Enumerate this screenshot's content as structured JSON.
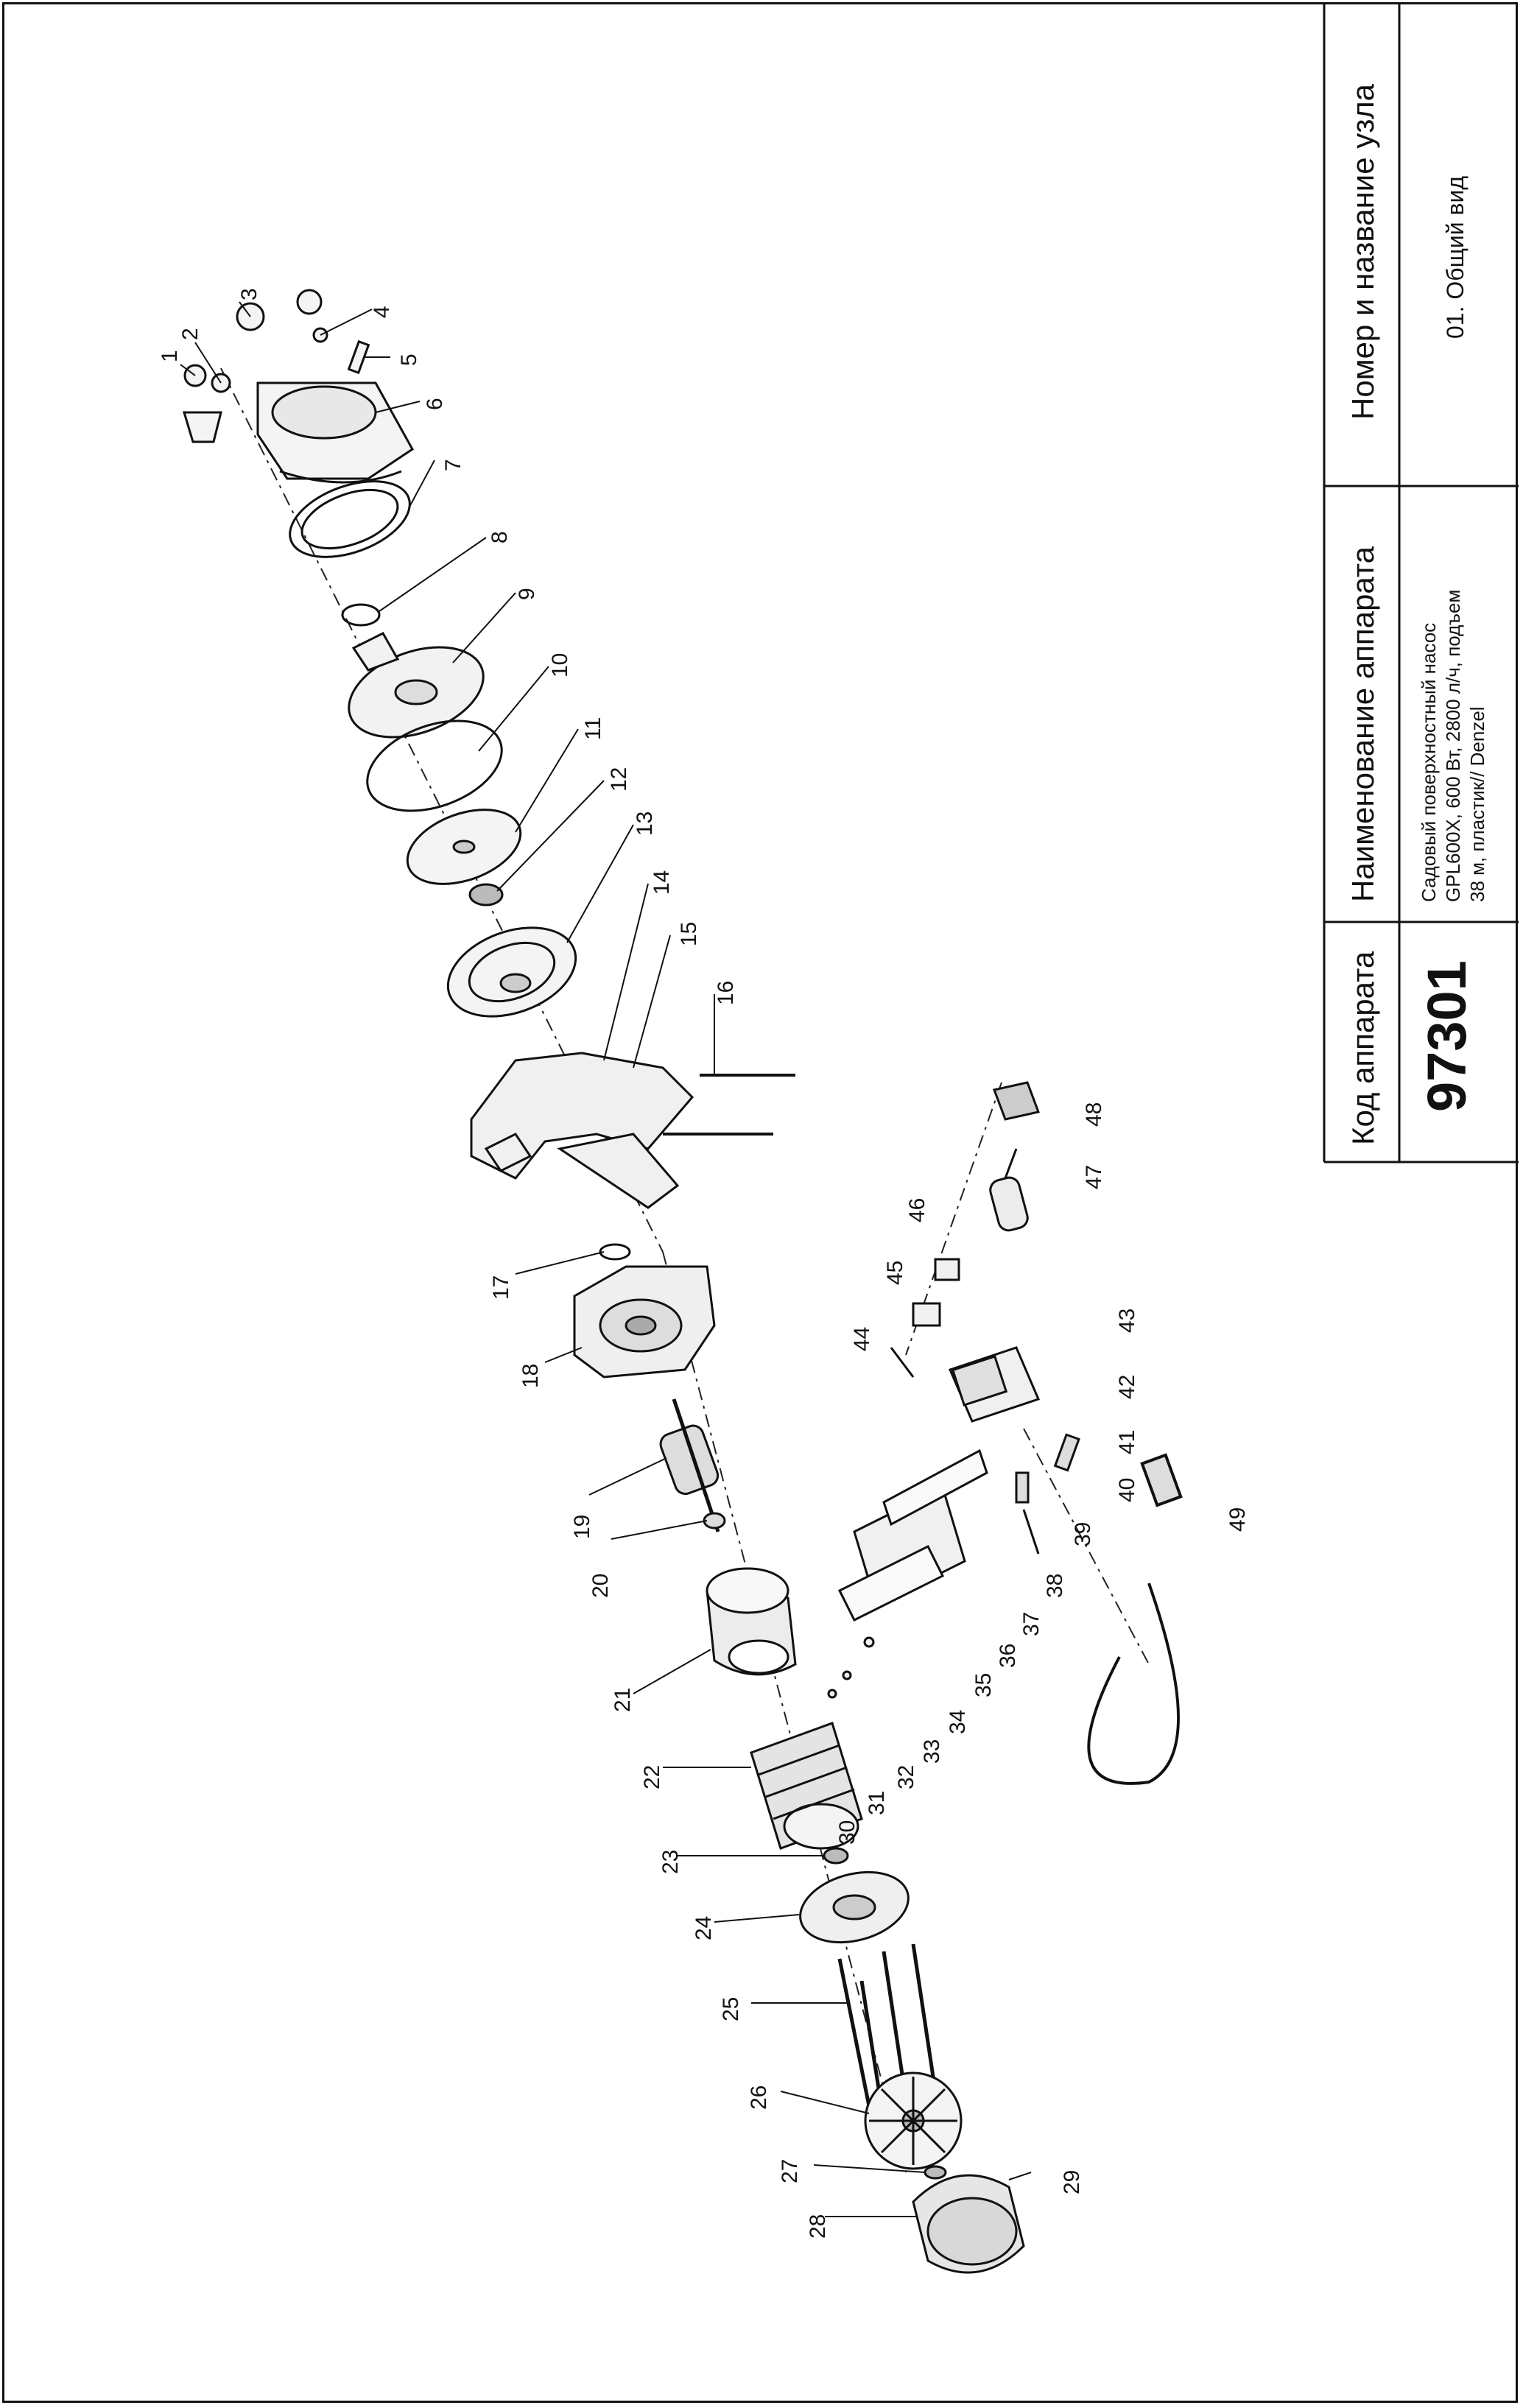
{
  "title_block": {
    "code_header": "Код аппарата",
    "code_value": "97301",
    "name_header": "Наименование аппарата",
    "name_line1": "Садовый поверхностный насос",
    "name_line2": "GPL600X, 600 Вт, 2800 л/ч, подъем",
    "name_line3": "38 м, пластик// Denzel",
    "assembly_header": "Номер и название узла",
    "assembly_value": "01. Общий вид"
  },
  "part_numbers": [
    "1",
    "2",
    "3",
    "4",
    "5",
    "6",
    "7",
    "8",
    "9",
    "10",
    "11",
    "12",
    "13",
    "14",
    "15",
    "16",
    "17",
    "18",
    "19",
    "20",
    "21",
    "22",
    "23",
    "24",
    "25",
    "26",
    "27",
    "28",
    "29",
    "30",
    "31",
    "32",
    "33",
    "34",
    "35",
    "36",
    "37",
    "38",
    "39",
    "40",
    "41",
    "42",
    "43",
    "44",
    "45",
    "46",
    "47",
    "48",
    "49"
  ],
  "colors": {
    "ink": "#111111",
    "paper": "#ffffff"
  }
}
